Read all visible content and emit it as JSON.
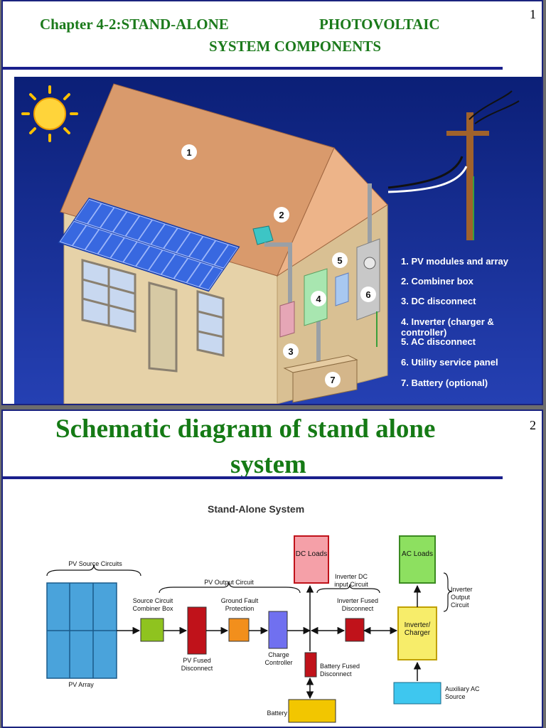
{
  "slide1": {
    "number": "1",
    "title_line1_left": "Chapter 4-2:STAND-ALONE",
    "title_line1_right": "PHOTOVOLTAIC",
    "title_line2": "SYSTEM  COMPONENTS",
    "callouts": [
      "1",
      "2",
      "3",
      "4",
      "5",
      "6",
      "7"
    ],
    "legend": [
      "1. PV modules and array",
      "2. Combiner box",
      "3. DC disconnect",
      "4. Inverter (charger & controller)",
      "5. AC disconnect",
      "6. Utility service panel",
      "7. Battery (optional)"
    ]
  },
  "slide2": {
    "number": "2",
    "title_line1": "Schematic diagram of stand alone",
    "title_line2": "system",
    "diagram": {
      "heading": "Stand-Alone System",
      "pv_source_circuits": "PV Source Circuits",
      "pv_output_circuit": "PV Output Circuit",
      "inverter_dc_input": "Inverter DC input Circuit",
      "inverter_output_circuit": "Inverter Output Circuit",
      "pv_array": "PV Array",
      "combiner_box": "Source Circuit Combiner Box",
      "pv_fused_disconnect": "PV Fused Disconnect",
      "ground_fault": "Ground Fault Protection",
      "charge_controller": "Charge Controller",
      "dc_loads": "DC Loads",
      "ac_loads": "AC Loads",
      "inverter_fused_disconnect": "Inverter Fused Disconnect",
      "inverter_charger": "Inverter/ Charger",
      "battery_fused_disconnect": "Battery Fused Disconnect",
      "battery": "Battery",
      "auxiliary_source": "Auxiliary AC Source"
    }
  },
  "colors": {
    "title_green": "#157a15",
    "rule_blue": "#1a1f8c",
    "sky_top": "#0b1f77",
    "sky_bottom": "#2540b3",
    "roof": "#d99a6c",
    "wall": "#e6d2a8",
    "panel_blue": "#2f5ad8",
    "combiner_green": "#8fc31f",
    "fused_red": "#c0121a",
    "ground_fault_orange": "#f28f1c",
    "charge_purple": "#7070f0",
    "loads_pink": "#f5a0a8",
    "ac_loads_green": "#8de060",
    "inverter_yellow": "#f7ed6a",
    "battery_yellow": "#f2c600",
    "aux_cyan": "#3ec7ef",
    "array_blue": "#4aa3db"
  }
}
